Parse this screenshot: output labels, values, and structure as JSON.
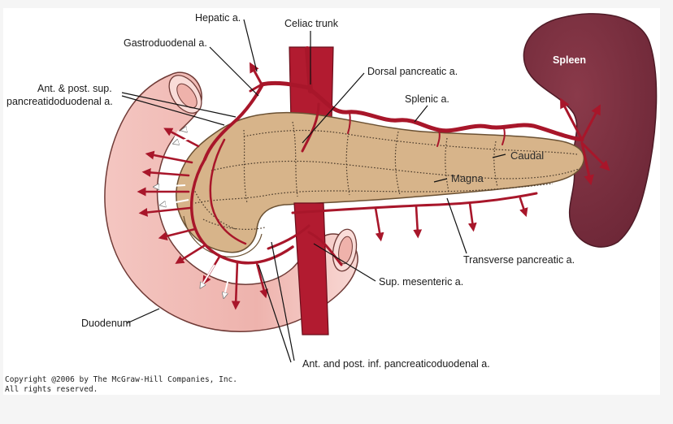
{
  "labels": {
    "hepatic": "Hepatic a.",
    "celiac": "Celiac trunk",
    "gastroduodenal": "Gastroduodenal a.",
    "dorsal_pancreatic": "Dorsal pancreatic a.",
    "ant_post_sup_line1": "Ant. & post. sup.",
    "ant_post_sup_line2": "pancreatidoduodenal a.",
    "splenic": "Splenic a.",
    "spleen": "Spleen",
    "caudal": "Caudal",
    "magna": "Magna",
    "transverse_pancreatic": "Transverse pancreatic a.",
    "sup_mesenteric": "Sup. mesenteric a.",
    "duodenum": "Duodenum",
    "ant_post_inf": "Ant. and post. inf. pancreaticoduodenal a."
  },
  "copyright": {
    "line1": "Copyright @2006 by The McGraw-Hill Companies, Inc.",
    "line2": "All rights reserved."
  },
  "colors": {
    "artery": "#a8162a",
    "pancreas": "#d7b48a",
    "spleen": "#7c3040",
    "duodenum": "#f0bdb8"
  }
}
